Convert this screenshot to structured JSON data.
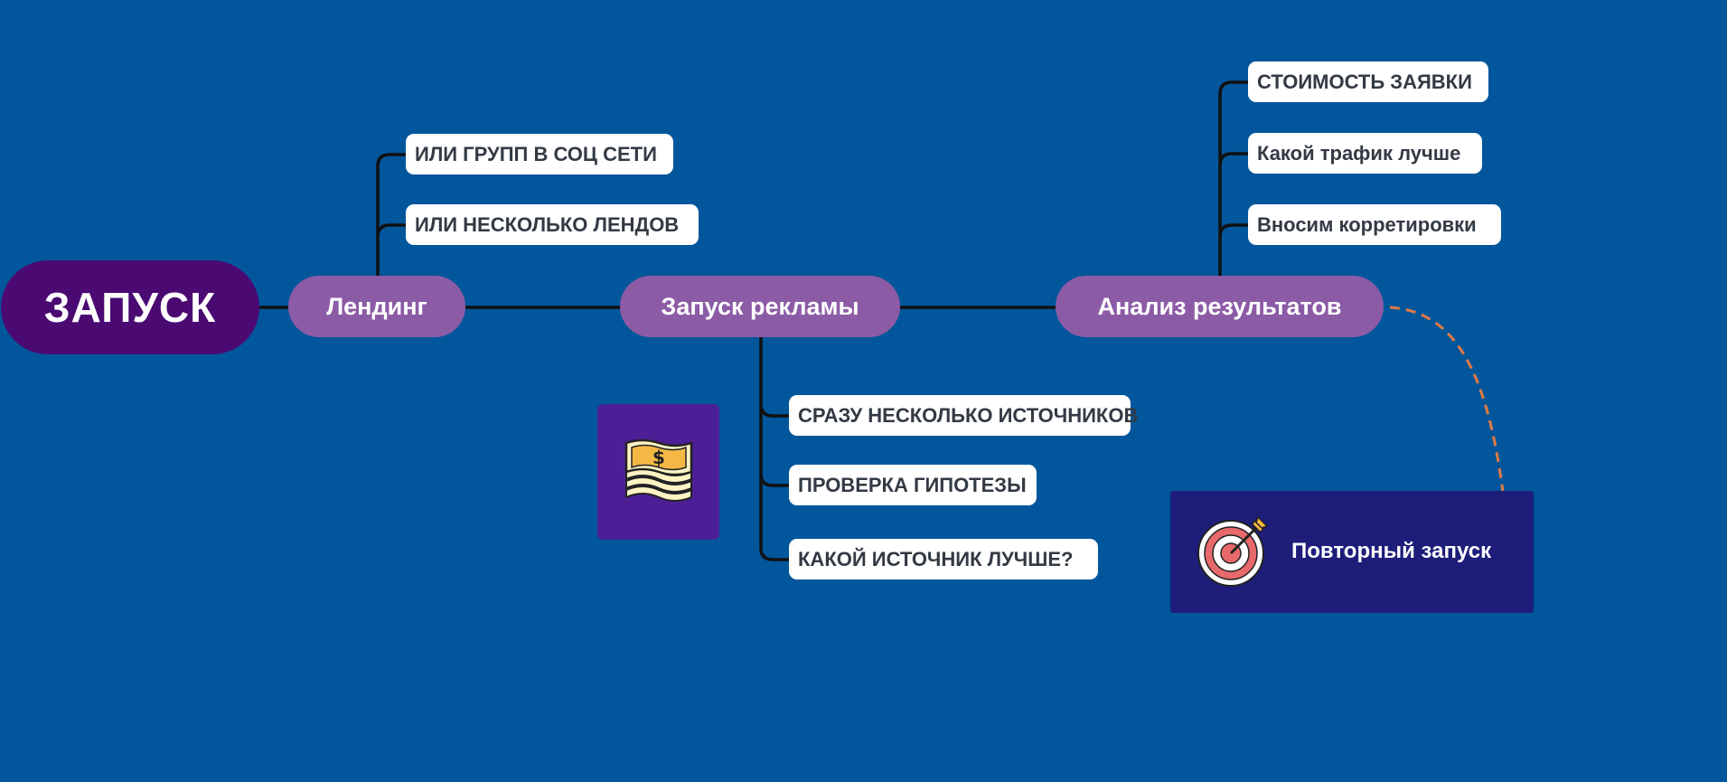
{
  "root": {
    "label": "ЗАПУСК"
  },
  "branches": [
    {
      "label": "Лендинг",
      "items": [
        "ИЛИ ГРУПП В СОЦ СЕТИ",
        "ИЛИ НЕСКОЛЬКО ЛЕНДОВ"
      ]
    },
    {
      "label": "Запуск рекламы",
      "items": [
        "СРАЗУ НЕСКОЛЬКО ИСТОЧНИКОВ",
        "ПРОВЕРКА ГИПОТЕЗЫ",
        "КАКОЙ ИСТОЧНИК ЛУЧШЕ?"
      ]
    },
    {
      "label": "Анализ результатов",
      "items": [
        "СТОИМОСТЬ ЗАЯВКИ",
        "Какой трафик лучше",
        "Вносим корретировки"
      ]
    }
  ],
  "callout": {
    "label": "Повторный запуск",
    "icon": "target-arrow-icon"
  },
  "illustration": {
    "icon": "money-stack-icon"
  },
  "colors": {
    "background": "#02569b",
    "root": "#4a0a72",
    "branch": "#8c5ba6",
    "leaf": "#ffffff",
    "leaf_text": "#333a44",
    "connector": "#111111",
    "dashed_arrow": "#e07a44",
    "callout_box": "#1e1d7a",
    "illustration_box": "#4d1f96"
  }
}
